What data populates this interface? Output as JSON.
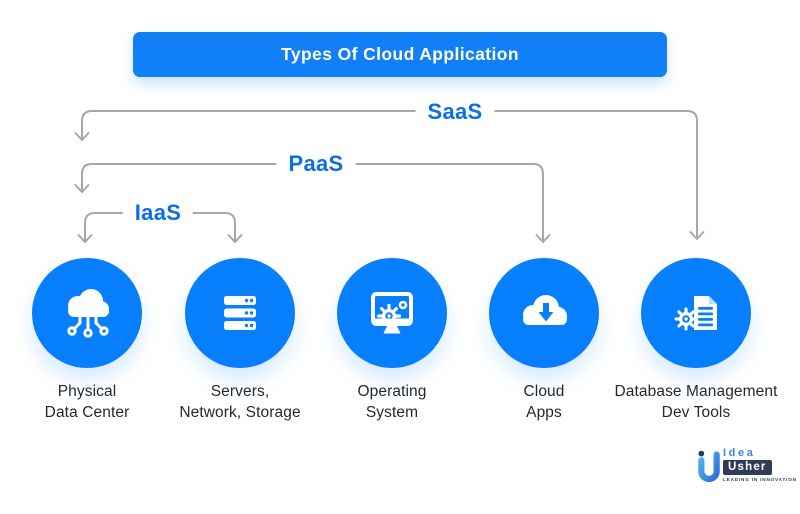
{
  "banner": {
    "title": "Types Of Cloud Application"
  },
  "layers": [
    {
      "id": "saas",
      "label": "SaaS"
    },
    {
      "id": "paas",
      "label": "PaaS"
    },
    {
      "id": "iaas",
      "label": "IaaS"
    }
  ],
  "nodes": [
    {
      "icon": "cloud-network-icon",
      "label_line1": "Physical",
      "label_line2": "Data Center"
    },
    {
      "icon": "server-stack-icon",
      "label_line1": "Servers,",
      "label_line2": "Network, Storage"
    },
    {
      "icon": "monitor-gear-icon",
      "label_line1": "Operating",
      "label_line2": "System"
    },
    {
      "icon": "cloud-download-icon",
      "label_line1": "Cloud",
      "label_line2": "Apps"
    },
    {
      "icon": "gear-document-icon",
      "label_line1": "Database Management",
      "label_line2": "Dev Tools"
    }
  ],
  "logo": {
    "brand_top": "Idea",
    "brand_bottom": "Usher",
    "tagline": "LEADING IN INNOVATION"
  },
  "colors": {
    "banner_blue": "#117ff6",
    "circle_blue": "#077ffc",
    "layer_label_blue": "#0a6fe4",
    "connector_gray": "#a6a7ab",
    "label_text_dark": "#232833"
  }
}
